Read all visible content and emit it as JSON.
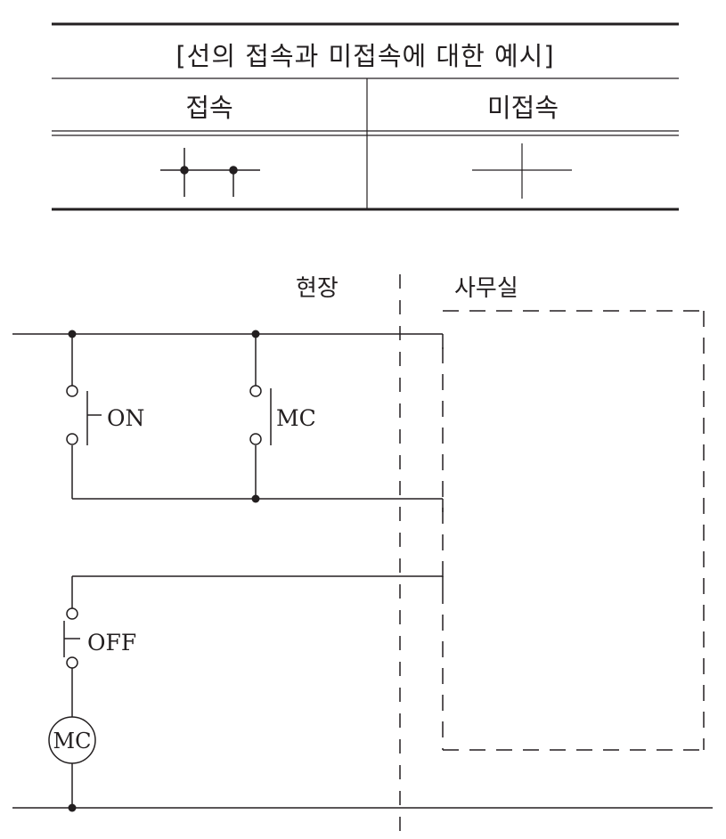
{
  "legend": {
    "title": "[선의 접속과 미접속에 대한 예시]",
    "col_connected": "접속",
    "col_unconnected": "미접속"
  },
  "circuit": {
    "region_field": "현장",
    "region_office": "사무실",
    "label_on": "ON",
    "label_mc_contact": "MC",
    "label_off": "OFF",
    "label_mc_coil": "MC"
  }
}
